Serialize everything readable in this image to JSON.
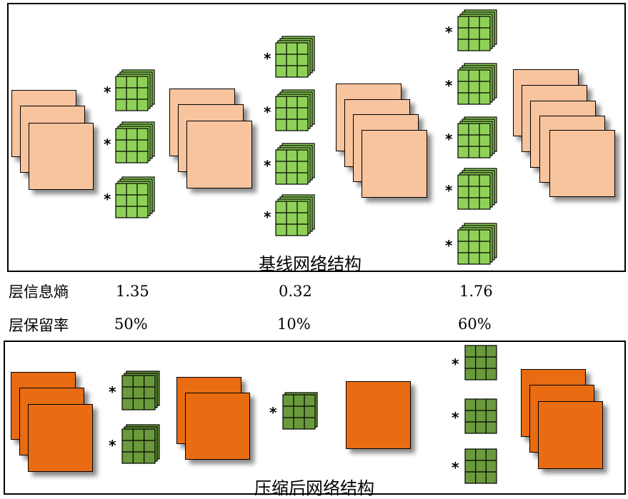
{
  "baseline": {
    "caption": "基线网络结构",
    "fill_color": "#f8c49e",
    "kernel_color": "#8fd158",
    "kernel_marker": "*",
    "feature_map_counts": [
      3,
      3,
      4,
      5
    ],
    "kernel_group_counts": [
      3,
      4,
      5
    ]
  },
  "metrics": {
    "rows": [
      {
        "label": "层信息熵",
        "values": [
          "1.35",
          "0.32",
          "1.76"
        ]
      },
      {
        "label": "层保留率",
        "values": [
          "50%",
          "10%",
          "60%"
        ]
      }
    ]
  },
  "compressed": {
    "caption": "压缩后网络结构",
    "fill_color": "#e96c12",
    "kernel_color": "#6a9a3c",
    "kernel_marker": "*",
    "feature_map_counts": [
      3,
      2,
      1,
      3
    ],
    "kernel_group_counts": [
      2,
      1,
      3
    ]
  }
}
